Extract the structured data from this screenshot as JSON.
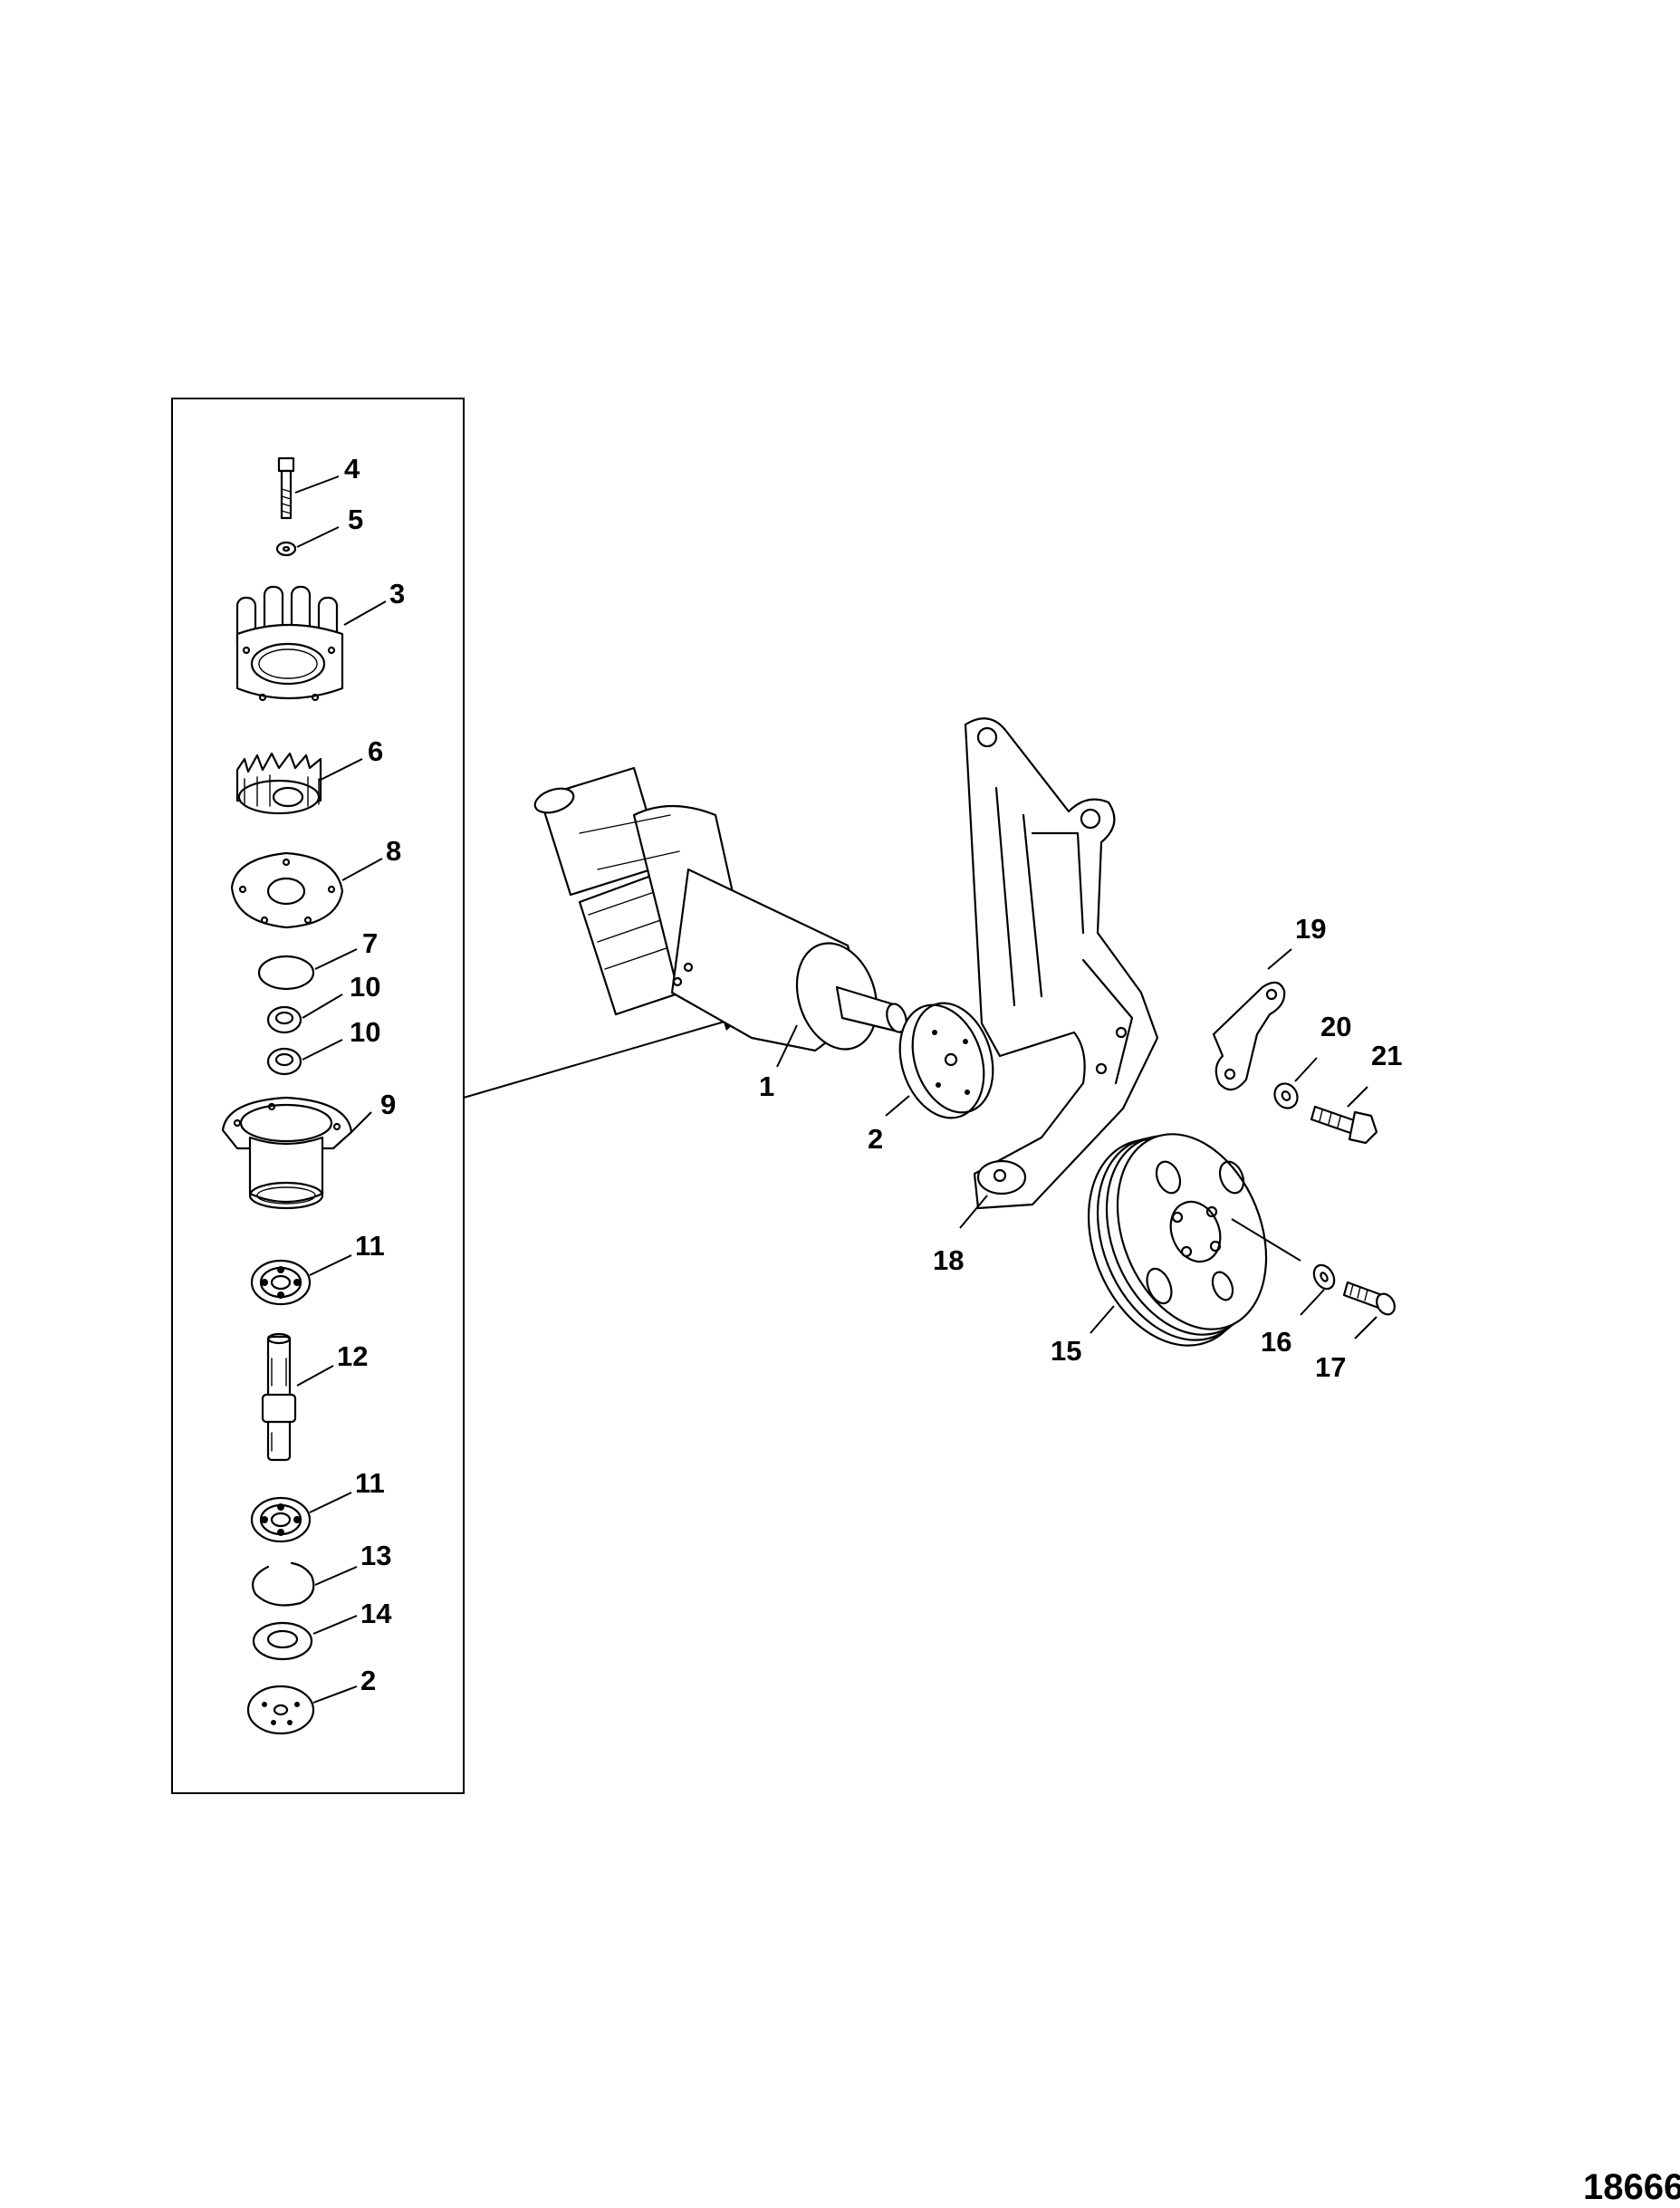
{
  "diagram": {
    "figure_number": "18666",
    "callouts": [
      {
        "id": "c4",
        "label": "4"
      },
      {
        "id": "c5",
        "label": "5"
      },
      {
        "id": "c3",
        "label": "3"
      },
      {
        "id": "c6",
        "label": "6"
      },
      {
        "id": "c8",
        "label": "8"
      },
      {
        "id": "c7",
        "label": "7"
      },
      {
        "id": "c10a",
        "label": "10"
      },
      {
        "id": "c10b",
        "label": "10"
      },
      {
        "id": "c9",
        "label": "9"
      },
      {
        "id": "c11a",
        "label": "11"
      },
      {
        "id": "c12",
        "label": "12"
      },
      {
        "id": "c11b",
        "label": "11"
      },
      {
        "id": "c13",
        "label": "13"
      },
      {
        "id": "c14",
        "label": "14"
      },
      {
        "id": "c2a",
        "label": "2"
      },
      {
        "id": "c1",
        "label": "1"
      },
      {
        "id": "c2b",
        "label": "2"
      },
      {
        "id": "c18",
        "label": "18"
      },
      {
        "id": "c19",
        "label": "19"
      },
      {
        "id": "c20",
        "label": "20"
      },
      {
        "id": "c21",
        "label": "21"
      },
      {
        "id": "c15",
        "label": "15"
      },
      {
        "id": "c16",
        "label": "16"
      },
      {
        "id": "c17",
        "label": "17"
      }
    ]
  }
}
